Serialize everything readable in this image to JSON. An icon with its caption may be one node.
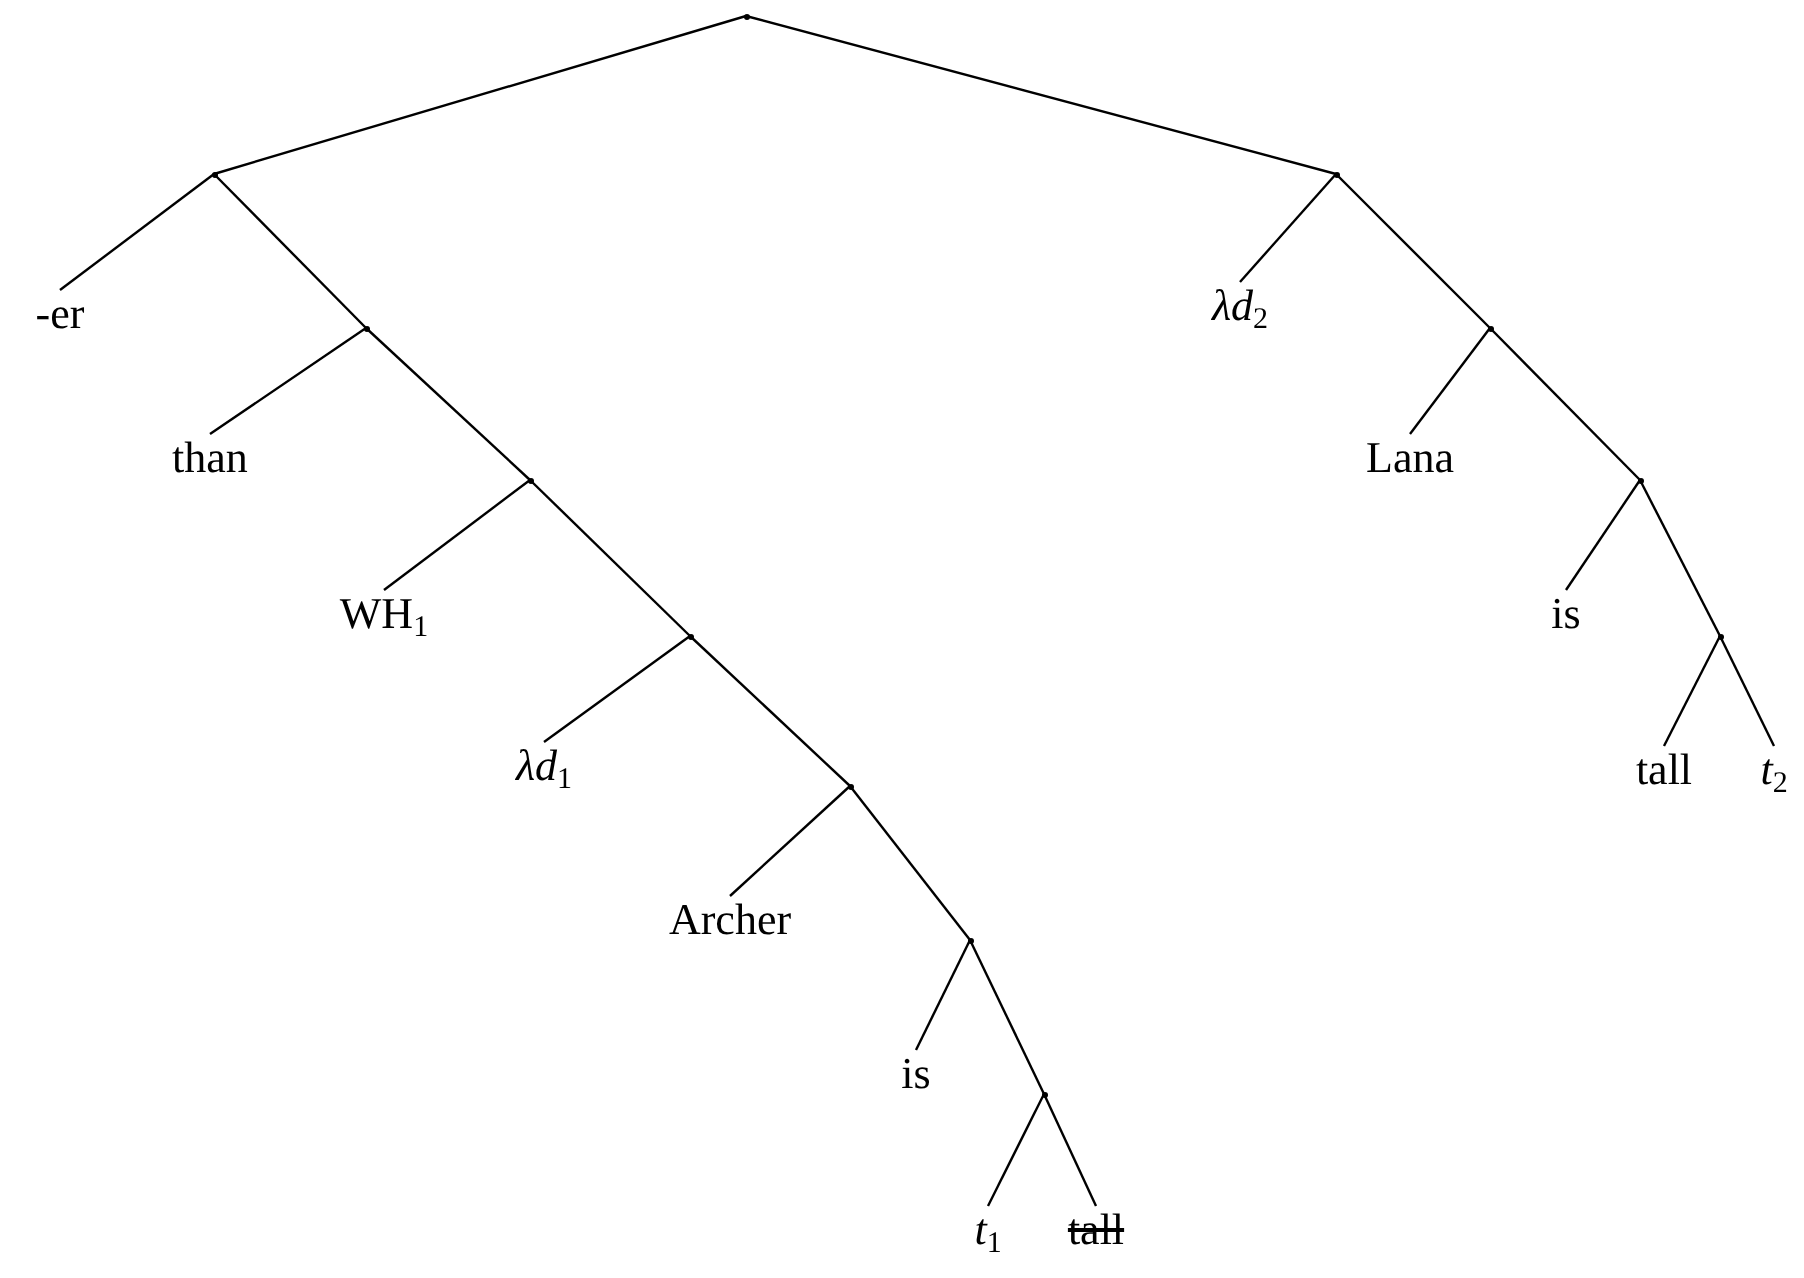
{
  "diagram": {
    "nodes": [
      {
        "text": [],
        "shape": "point"
      },
      {
        "text": [],
        "shape": "point"
      },
      {
        "text": [
          "-er"
        ]
      },
      {
        "text": [],
        "shape": "point"
      },
      {
        "text": [
          "than"
        ]
      },
      {
        "text": [],
        "shape": "point"
      },
      {
        "text": [
          "WH$_{1}$"
        ]
      },
      {
        "text": [],
        "shape": "point"
      },
      {
        "text": [
          "*λd*$_{1}$"
        ]
      },
      {
        "text": [],
        "shape": "point"
      },
      {
        "text": [
          "Archer"
        ]
      },
      {
        "text": [],
        "shape": "point"
      },
      {
        "text": [
          "is"
        ]
      },
      {
        "text": [],
        "shape": "point"
      },
      {
        "text": [
          "*t*$_{1}$"
        ]
      },
      {
        "text": [
          "tall"
        ]
      },
      {
        "text": [],
        "shape": "point"
      },
      {
        "text": [
          "*λd*$_{2}$"
        ]
      },
      {
        "text": [],
        "shape": "point"
      },
      {
        "text": [
          "Lana"
        ]
      },
      {
        "text": [],
        "shape": "point"
      },
      {
        "text": [
          "is"
        ]
      },
      {
        "text": [],
        "shape": "point"
      },
      {
        "text": [
          "tall"
        ]
      },
      {
        "text": [
          "*t*$_{2}$"
        ]
      }
    ],
    "edges": [
      {
        "from": 0,
        "to": 1,
        "arrow": "none"
      },
      {
        "from": 0,
        "to": 16,
        "arrow": "none"
      },
      {
        "from": 1,
        "to": 2,
        "arrow": "none"
      },
      {
        "from": 1,
        "to": 3,
        "arrow": "none"
      },
      {
        "from": 3,
        "to": 4,
        "arrow": "none"
      },
      {
        "from": 3,
        "to": 5,
        "arrow": "none"
      },
      {
        "from": 5,
        "to": 6,
        "arrow": "none"
      },
      {
        "from": 5,
        "to": 7,
        "arrow": "none"
      },
      {
        "from": 7,
        "to": 8,
        "arrow": "none"
      },
      {
        "from": 7,
        "to": 9,
        "arrow": "none"
      },
      {
        "from": 9,
        "to": 10,
        "arrow": "none"
      },
      {
        "from": 9,
        "to": 11,
        "arrow": "none"
      },
      {
        "from": 11,
        "to": 12,
        "arrow": "none"
      },
      {
        "from": 11,
        "to": 13,
        "arrow": "none"
      },
      {
        "from": 13,
        "to": 14,
        "arrow": "none"
      },
      {
        "from": 13,
        "to": 15,
        "arrow": "none"
      },
      {
        "from": 16,
        "to": 17,
        "arrow": "none"
      },
      {
        "from": 16,
        "to": 18,
        "arrow": "none"
      },
      {
        "from": 18,
        "to": 19,
        "arrow": "none"
      },
      {
        "from": 18,
        "to": 20,
        "arrow": "none"
      },
      {
        "from": 20,
        "to": 21,
        "arrow": "none"
      },
      {
        "from": 20,
        "to": 22,
        "arrow": "none"
      },
      {
        "from": 22,
        "to": 23,
        "arrow": "none"
      },
      {
        "from": 22,
        "to": 24,
        "arrow": "none"
      }
    ]
  }
}
